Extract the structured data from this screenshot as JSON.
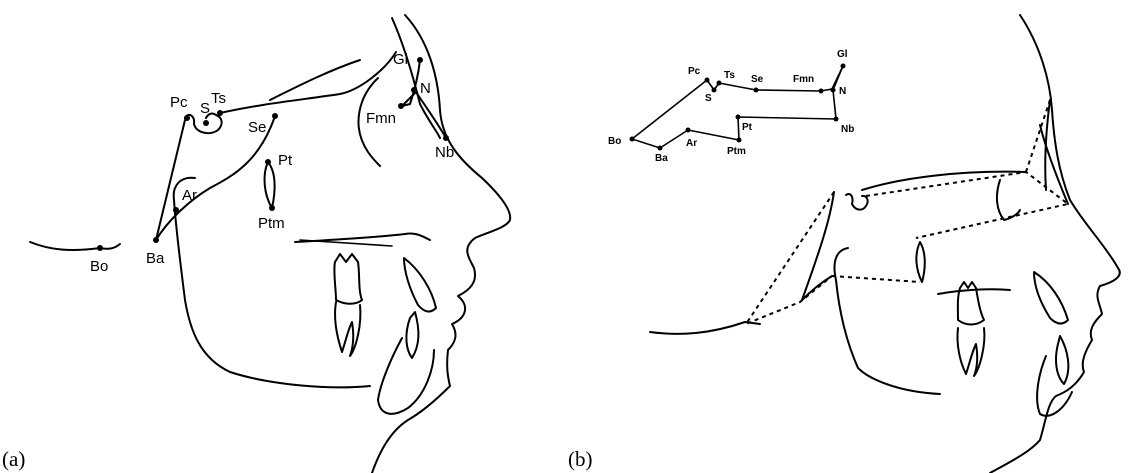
{
  "panel_a": {
    "caption": "(a)",
    "labels": {
      "gl": "Gl",
      "n": "N",
      "fmn": "Fmn",
      "nb": "Nb",
      "pc": "Pc",
      "s": "S",
      "ts": "Ts",
      "se": "Se",
      "pt": "Pt",
      "ptm": "Ptm",
      "ar": "Ar",
      "ba": "Ba",
      "bo": "Bo"
    }
  },
  "panel_b": {
    "caption": "(b)",
    "labels": {
      "gl": "Gl",
      "n": "N",
      "fmn": "Fmn",
      "nb": "Nb",
      "pc": "Pc",
      "s": "S",
      "ts": "Ts",
      "se": "Se",
      "pt": "Pt",
      "ptm": "Ptm",
      "ar": "Ar",
      "ba": "Ba",
      "bo": "Bo"
    }
  },
  "colors": {
    "ink": "#000000",
    "background": "#ffffff"
  }
}
